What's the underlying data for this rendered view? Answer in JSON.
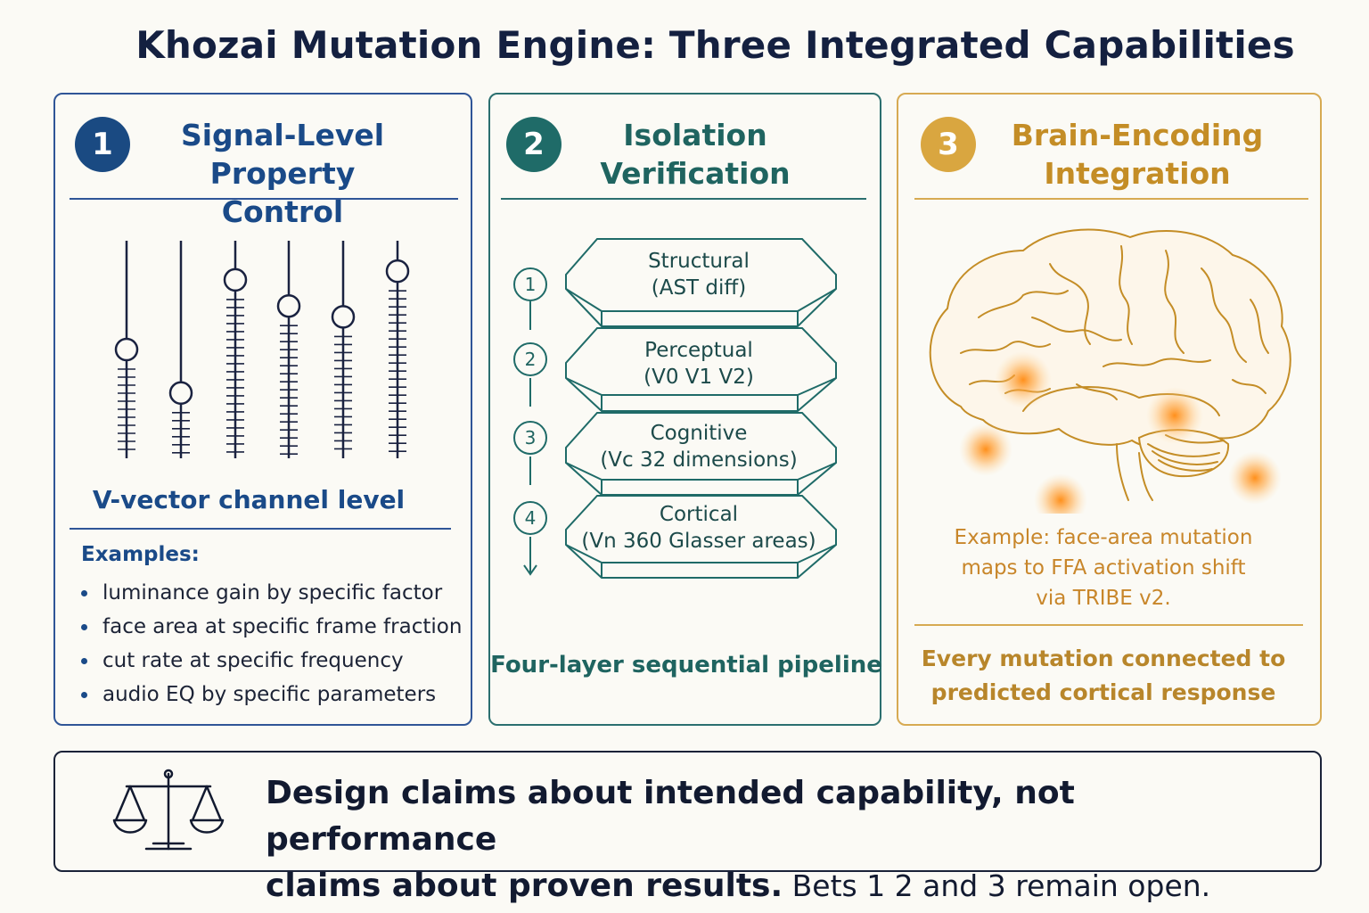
{
  "title": "Khozai Mutation Engine: Three Integrated Capabilities",
  "panels": {
    "p1": {
      "number": "1",
      "title_line1": "Signal-Level",
      "title_line2": "Property Control",
      "caption": "V-vector channel level",
      "examples_heading": "Examples:",
      "examples": [
        "luminance gain by specific factor",
        "face area at specific frame fraction",
        "cut rate at specific frequency",
        "audio EQ by specific parameters"
      ],
      "slider_levels": [
        0.5,
        0.3,
        0.82,
        0.7,
        0.65,
        0.86
      ]
    },
    "p2": {
      "number": "2",
      "title_line1": "Isolation",
      "title_line2": "Verification",
      "steps": [
        "1",
        "2",
        "3",
        "4"
      ],
      "layers": [
        {
          "line1": "Structural",
          "line2": "(AST diff)"
        },
        {
          "line1": "Perceptual",
          "line2": "(V0 V1 V2)"
        },
        {
          "line1": "Cognitive",
          "line2": "(Vc 32 dimensions)"
        },
        {
          "line1": "Cortical",
          "line2": "(Vn 360 Glasser areas)"
        }
      ],
      "caption": "Four-layer sequential pipeline"
    },
    "p3": {
      "number": "3",
      "title_line1": "Brain-Encoding",
      "title_line2": "Integration",
      "example_line1": "Example: face-area mutation",
      "example_line2": "maps to FFA activation shift",
      "example_line3": "via TRIBE v2.",
      "caption_line1": "Every mutation connected to",
      "caption_line2": "predicted cortical response"
    }
  },
  "bottom": {
    "bold_line1": "Design claims about intended capability, not performance",
    "bold_line2": "claims about proven results.",
    "plain_line2": " Bets 1  2  and 3 remain open."
  },
  "colors": {
    "blue": "#1a4a82",
    "teal": "#1f6b68",
    "gold": "#d9a640",
    "hotspot": "#ff9a1f"
  },
  "icons": {
    "bottom": "balance-scale-icon",
    "p3": "brain-icon",
    "p1": "slider-icon"
  }
}
